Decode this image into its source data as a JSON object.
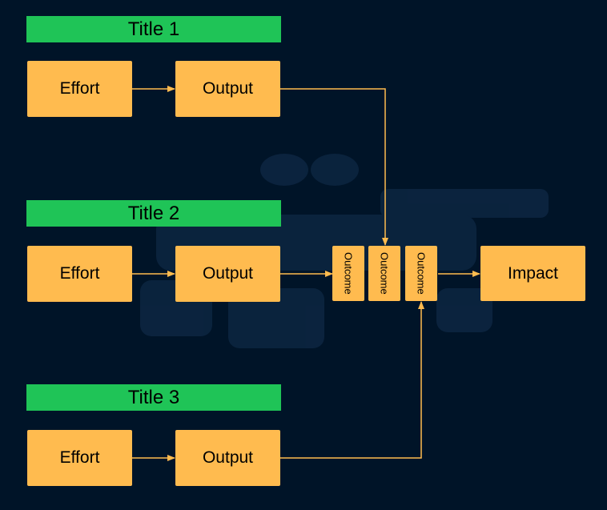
{
  "sections": [
    {
      "title": "Title 1",
      "effort": "Effort",
      "output": "Output"
    },
    {
      "title": "Title 2",
      "effort": "Effort",
      "output": "Output"
    },
    {
      "title": "Title 3",
      "effort": "Effort",
      "output": "Output"
    }
  ],
  "outcomes": [
    "Outcome",
    "Outcome",
    "Outcome"
  ],
  "impact": "Impact",
  "colors": {
    "background": "#001428",
    "title_bar": "#1fc457",
    "box": "#ffbb4f",
    "connector": "#ffbb4f"
  }
}
